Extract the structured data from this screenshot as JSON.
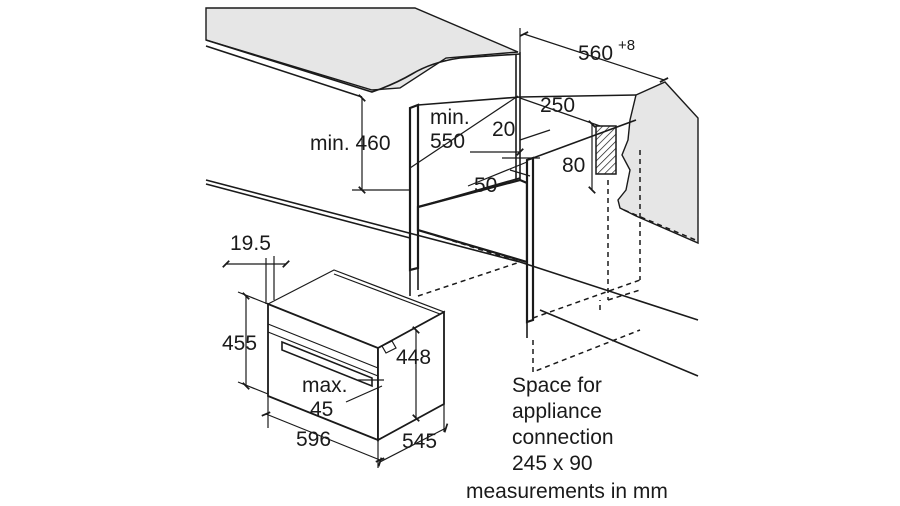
{
  "diagram": {
    "labels": {
      "depth_top": "560",
      "depth_top_tolerance": "+8",
      "min_height": "min. 460",
      "min_width_a": "min.",
      "min_width_b": "550",
      "vent_depth": "250",
      "gap_20": "20",
      "gap_50": "50",
      "gap_80": "80",
      "front_offset": "19.5",
      "height_total": "455",
      "height_body": "448",
      "handle_a": "max.",
      "handle_b": "45",
      "width": "596",
      "depth": "545"
    },
    "note": {
      "line1": "Space for",
      "line2": "appliance",
      "line3": "connection",
      "line4": "245 x 90"
    },
    "units": "measurements in mm"
  }
}
